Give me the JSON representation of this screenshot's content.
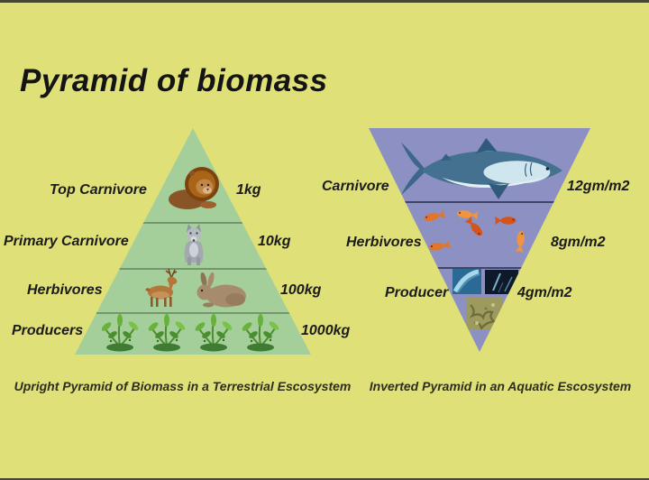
{
  "title": "Pyramid of biomass",
  "background_color": "#dfe078",
  "terrestrial": {
    "caption": "Upright Pyramid of Biomass in a Terrestrial Escosystem",
    "pyramid_color": "#a4cf9a",
    "pyramid_shape": "upright-triangle",
    "levels": [
      {
        "label": "Top Carnivore",
        "value": "1kg",
        "organism": "lion"
      },
      {
        "label": "Primary Carnivore",
        "value": "10kg",
        "organism": "wolf"
      },
      {
        "label": "Herbivores",
        "value": "100kg",
        "organism": "deer and rabbit"
      },
      {
        "label": "Producers",
        "value": "1000kg",
        "organism": "green plants"
      }
    ]
  },
  "aquatic": {
    "caption": "Inverted Pyramid in an Aquatic Escosystem",
    "pyramid_color": "#8d90c2",
    "pyramid_shape": "inverted-triangle",
    "levels": [
      {
        "label": "Carnivore",
        "value": "12gm/m2",
        "organism": "shark"
      },
      {
        "label": "Herbivores",
        "value": "8gm/m2",
        "organism": "small fish"
      },
      {
        "label": "Producer",
        "value": "4gm/m2",
        "organism": "algae and plankton"
      }
    ]
  }
}
